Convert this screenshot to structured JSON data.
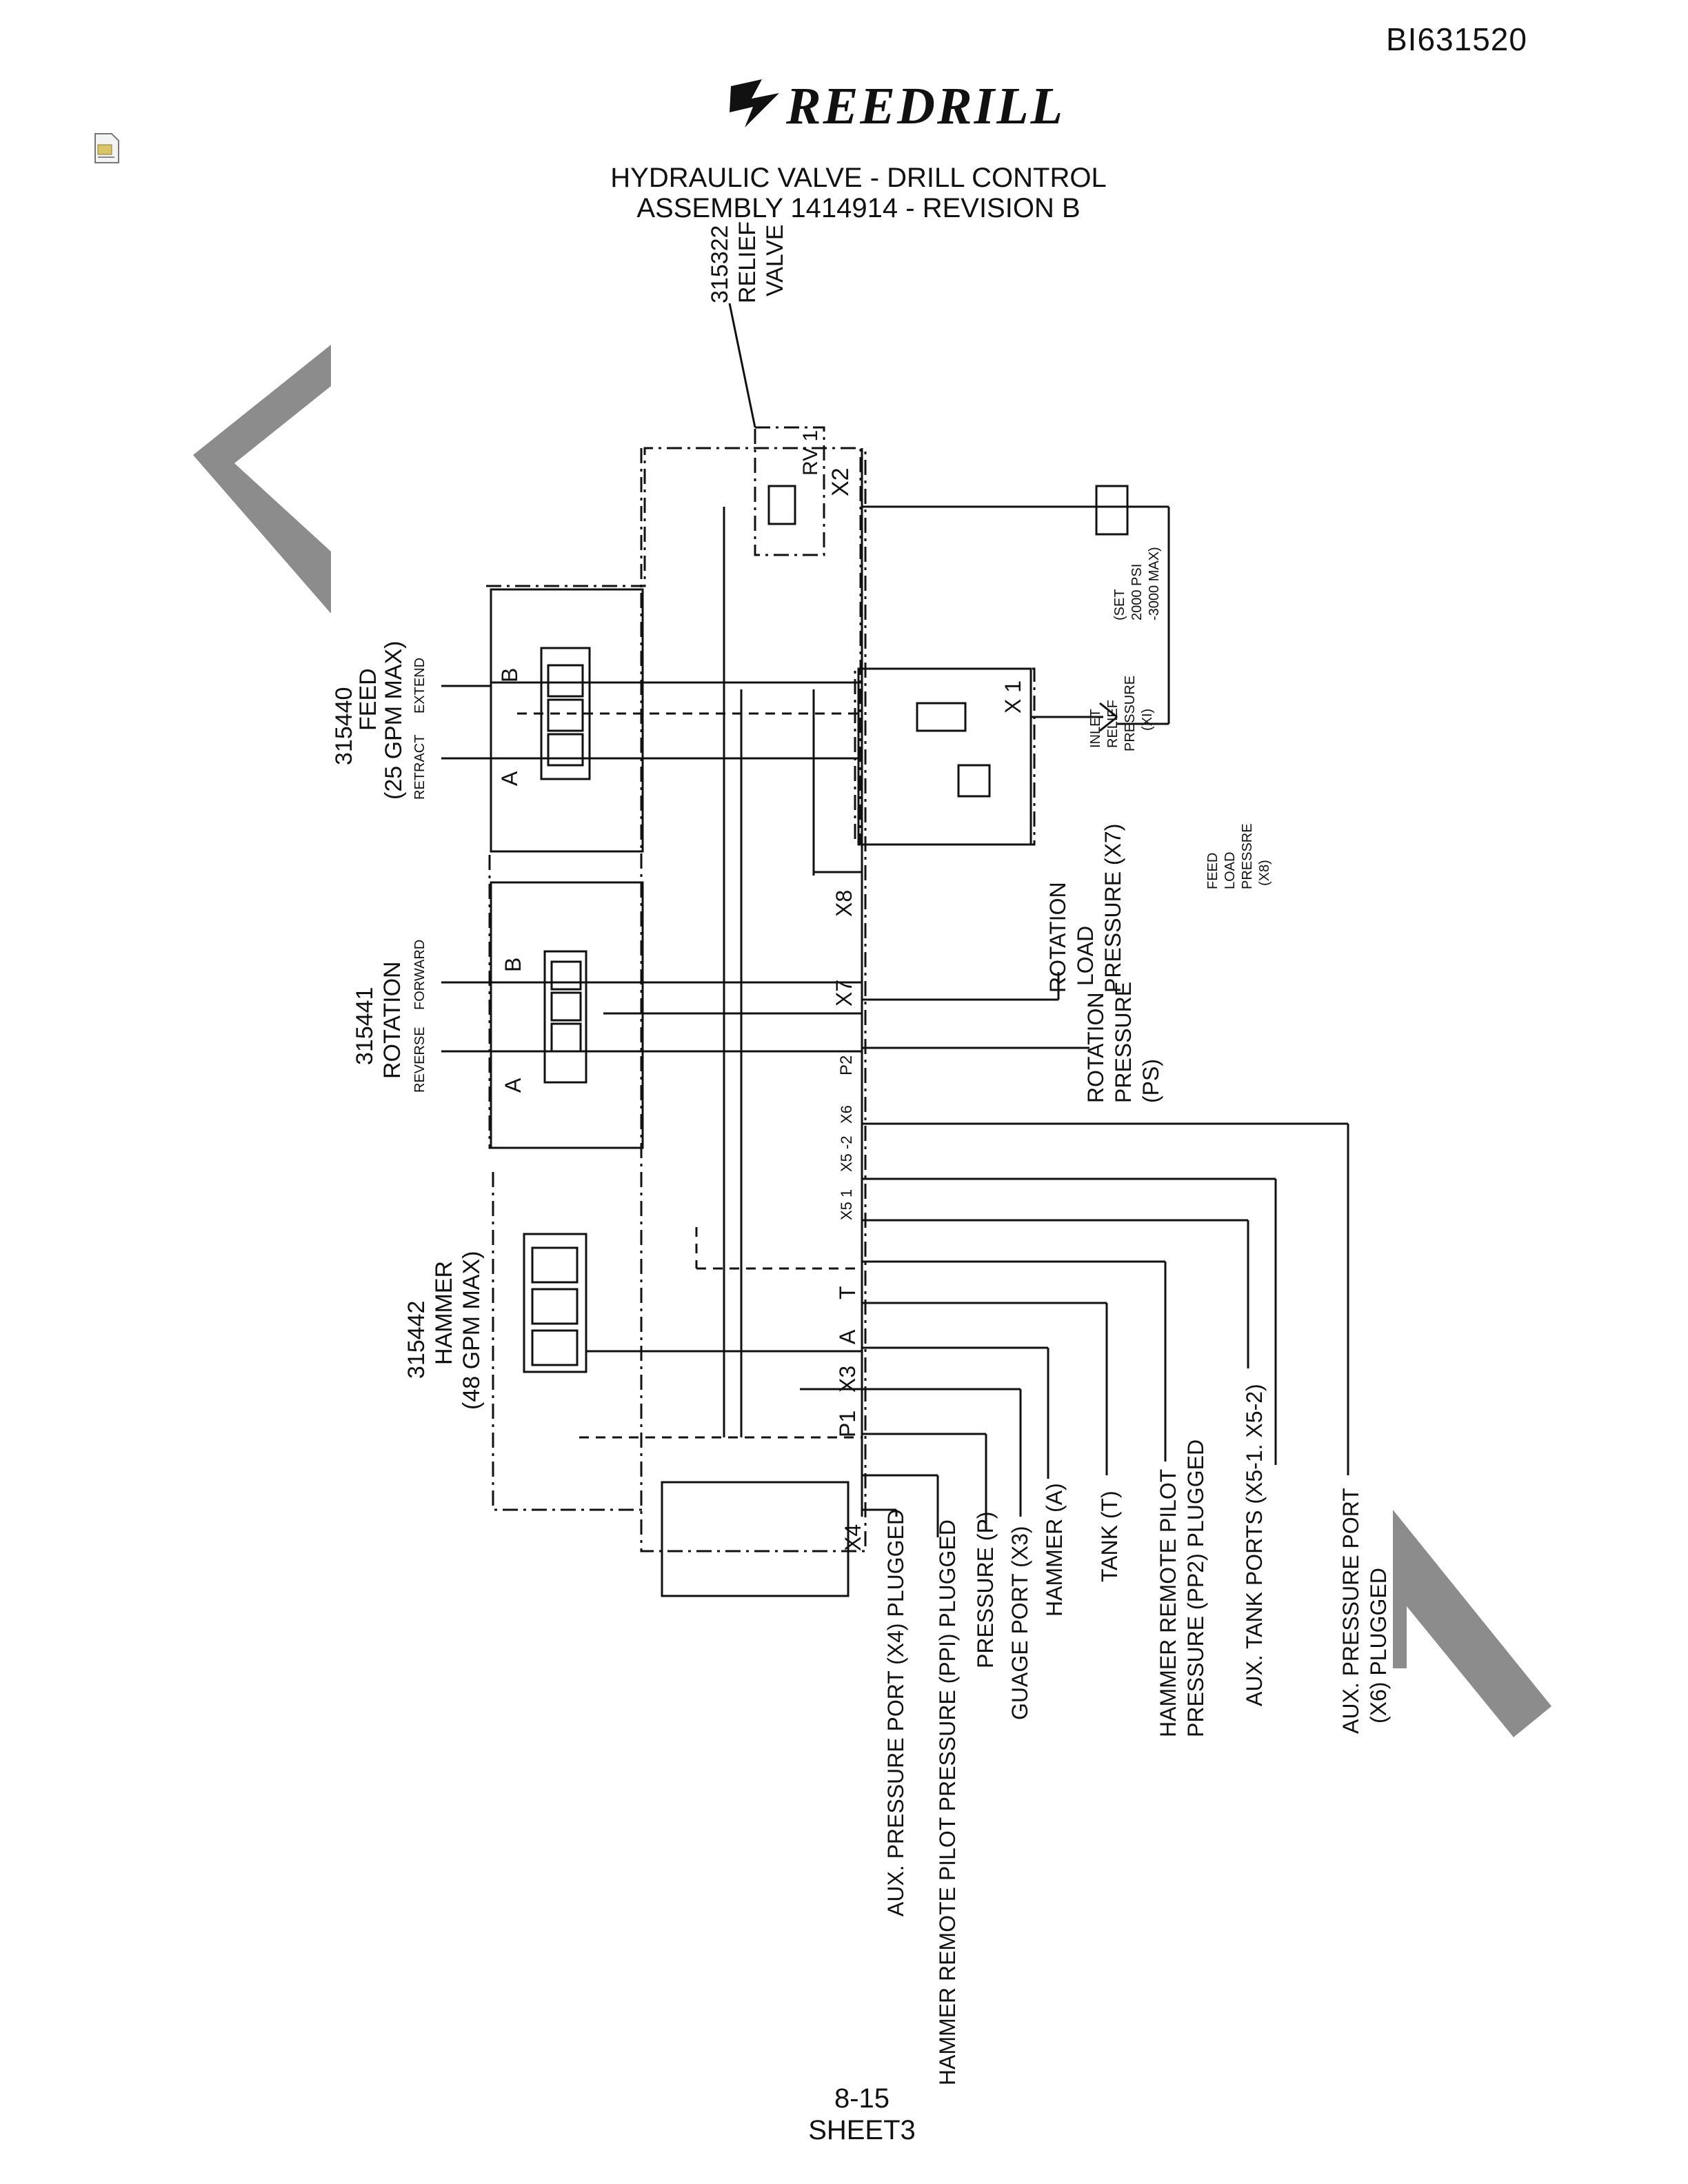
{
  "header": {
    "doc_id": "BI631520",
    "brand": "REEDRILL",
    "title_line1": "HYDRAULIC VALVE - DRILL CONTROL",
    "title_line2": "ASSEMBLY 1414914 - REVISION B"
  },
  "icons": {
    "file": "file-icon",
    "logo_mark": "drill-bit-logo-icon"
  },
  "valves": {
    "relief": {
      "part": "315322",
      "name1": "RELIEF",
      "name2": "VALVE",
      "tag": "RV 1"
    },
    "feed": {
      "part": "315440",
      "name": "FEED",
      "rating": "(25 GPM MAX)",
      "dir1": "RETRACT",
      "dir2": "EXTEND",
      "port_a": "A",
      "port_b": "B"
    },
    "rotation": {
      "part": "315441",
      "name": "ROTATION",
      "dir1": "REVERSE",
      "dir2": "FORWARD",
      "port_a": "A",
      "port_b": "B"
    },
    "hammer": {
      "part": "315442",
      "name": "HAMMER",
      "rating": "(48 GPM MAX)"
    }
  },
  "ports": {
    "x1": "X 1",
    "x2": "X2",
    "x8": "X8",
    "x7": "X7",
    "p2": "P2",
    "x6": "X6",
    "x5_2": "X5 -2",
    "x5_1": "X5 1",
    "t": "T",
    "a": "A",
    "x3": "X3",
    "p1": "P1",
    "x4": "X4"
  },
  "notes": {
    "set_pressure": [
      "(SET",
      "2000 PSI",
      "-3000 MAX)"
    ],
    "inlet_relief": [
      "INLET",
      "RELIEF",
      "PRESSURE",
      "(XI)"
    ],
    "feed_load": [
      "FEED",
      "LOAD",
      "PRESSRE",
      "(X8)"
    ],
    "rotation_load": [
      "ROTATION",
      "LOAD",
      "PRESSURE  (X7)"
    ],
    "rotation_pressure": [
      "ROTATION",
      "PRESSURE",
      "(PS)"
    ]
  },
  "legend": {
    "aux_x4": "AUX. PRESSURE PORT (X4) PLUGGED",
    "hammer_ppi": "HAMMER REMOTE PILOT  PRESSURE (PPI) PLUGGED",
    "pressure": "PRESSURE (P)",
    "gauge": "GUAGE PORT (X3)",
    "hammer_a": "HAMMER (A)",
    "tank": "TANK (T)",
    "hammer_pp2_1": "HAMMER REMOTE PILOT",
    "hammer_pp2_2": "PRESSURE (PP2) PLUGGED",
    "aux_tank": "AUX. TANK PORTS (X5-1. X5-2)",
    "aux_x6_1": "AUX. PRESSURE PORT",
    "aux_x6_2": "(X6) PLUGGED"
  },
  "footer": {
    "page": "8-15",
    "sheet": "SHEET3"
  }
}
